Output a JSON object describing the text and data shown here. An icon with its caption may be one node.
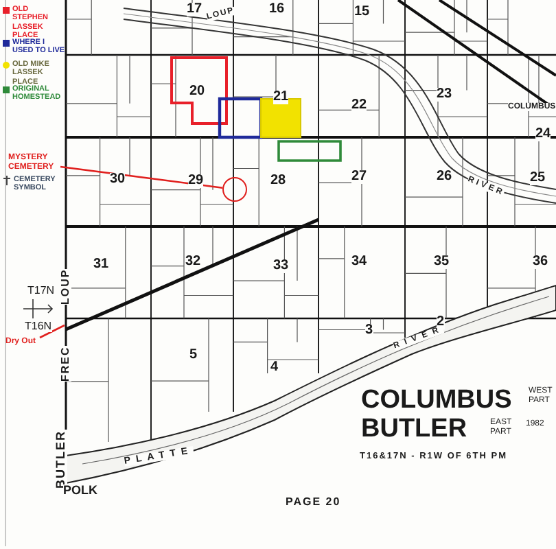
{
  "diagram": {
    "nodes": [
      {
        "text": [
          "MYSTERY CEMETERY"
        ]
      },
      {
        "text": [],
        "shape": "circle"
      },
      {
        "text": [
          "Dry Out"
        ]
      }
    ],
    "edges": [
      {
        "from": 0,
        "to": 1,
        "arrow": "none"
      },
      {
        "from": 2,
        "to": null,
        "arrow": "none"
      }
    ],
    "labels": [
      "17",
      "LOUP",
      "16",
      "15",
      "20",
      "21",
      "22",
      "23",
      "COLUMBUS",
      "24",
      "30",
      "29",
      "28",
      "27",
      "26",
      "25",
      "RIVER",
      "31",
      "32",
      "33",
      "34",
      "35",
      "36",
      "T17N",
      "T16N",
      "LOUP",
      "FREC",
      "3",
      "2",
      "5",
      "4",
      "RIVER",
      "PLATTE",
      "BUTLER",
      "POLK",
      "COLUMBUS",
      "WEST PART",
      "BUTLER",
      "EAST PART",
      "1982",
      "T16&17N - R1W OF 6TH PM",
      "PAGE 20"
    ],
    "legend": [
      {
        "text": "OLD STEPHEN LASSEK PLACE",
        "color": "#e8202a"
      },
      {
        "text": "WHERE I USED TO LIVE",
        "color": "#1f2a9a"
      },
      {
        "text": "OLD MIKE LASSEK PLACE",
        "color": "#f2e200"
      },
      {
        "text": "ORIGINAL HOMESTEAD",
        "color": "#2f8a3a"
      },
      {
        "text": "CEMETERY SYMBOL"
      }
    ]
  }
}
